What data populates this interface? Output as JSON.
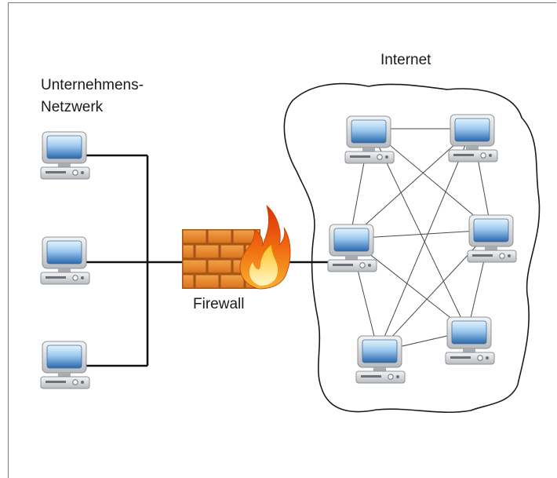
{
  "labels": {
    "corporate_network_line1": "Unternehmens-",
    "corporate_network_line2": "Netzwerk",
    "firewall": "Firewall",
    "internet": "Internet"
  },
  "colors": {
    "screen_top": "#cfe6f8",
    "screen_bottom": "#2f6fb4",
    "monitor_body": "#d6d9dc",
    "brick": "#e38a2e",
    "flame_outer": "#f06a10",
    "flame_inner": "#ffd84a",
    "wire": "#111111",
    "mesh_line": "#555555"
  },
  "icons": {
    "computer": "desktop-computer-icon",
    "firewall": "brick-wall-with-flame-icon",
    "cloud": "internet-cloud-outline"
  }
}
